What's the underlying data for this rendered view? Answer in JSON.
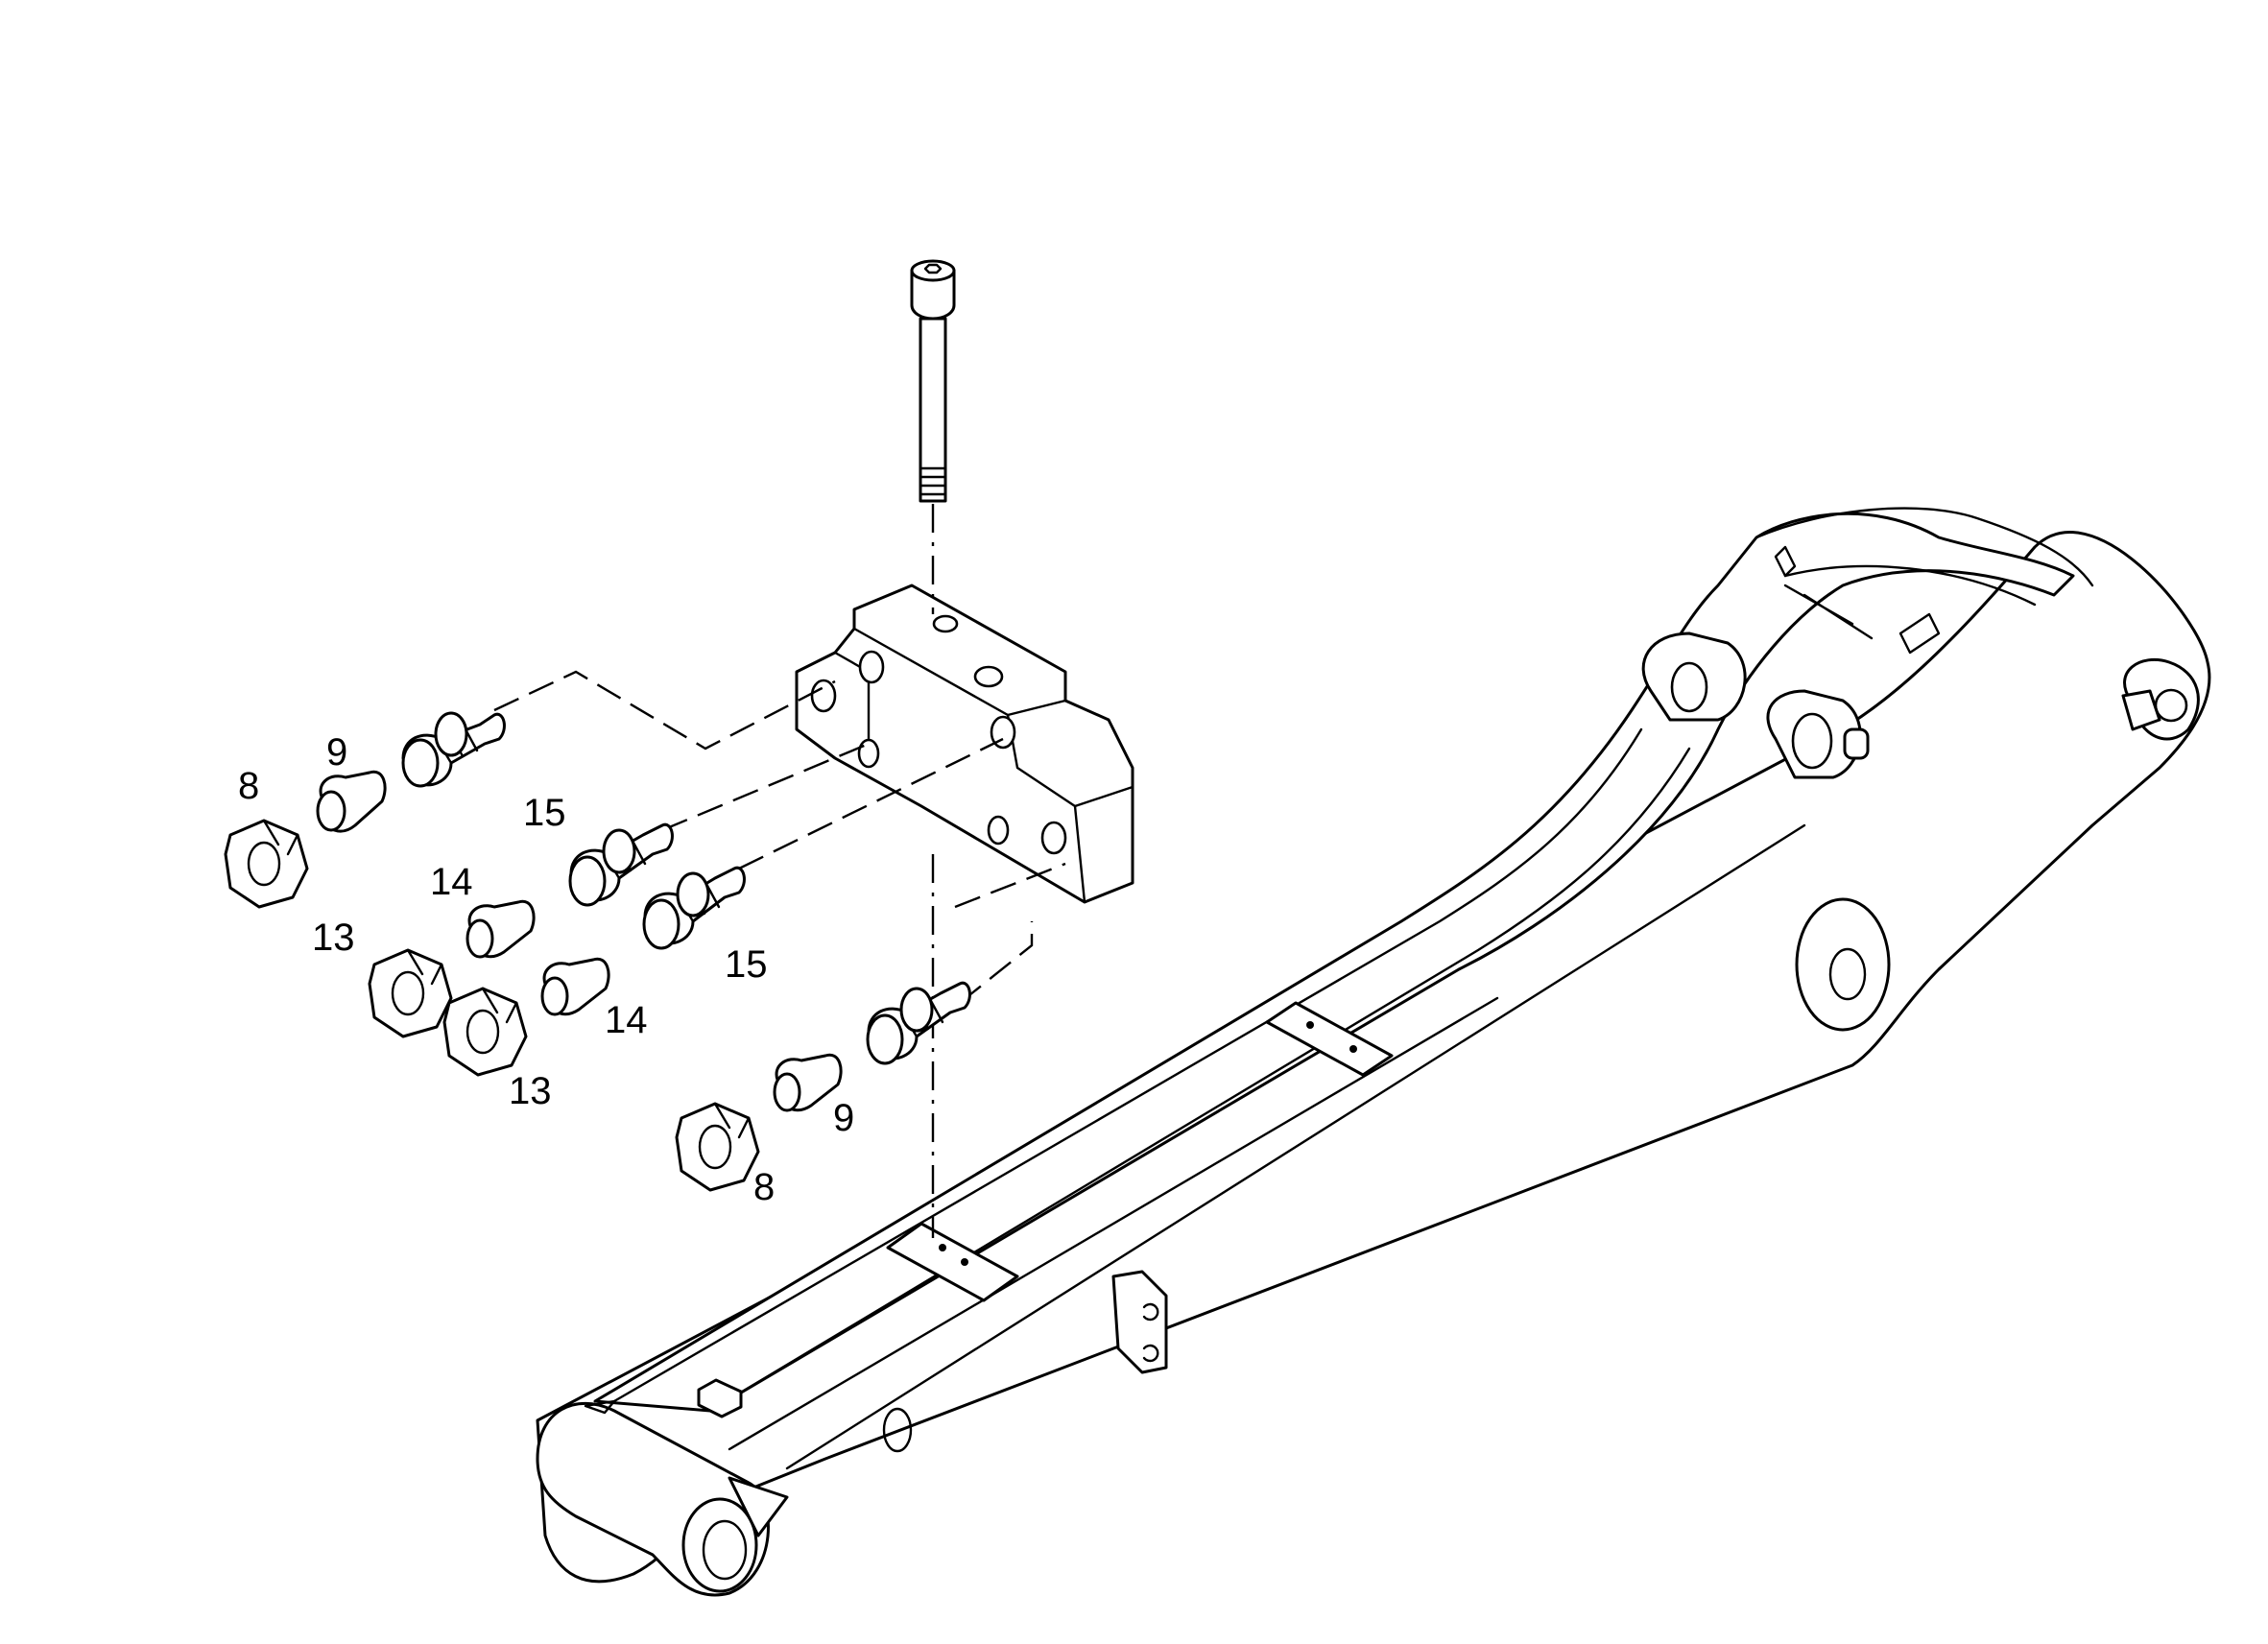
{
  "callouts": {
    "nut_left": "8",
    "plug_left": "9",
    "fitting_upper": "15",
    "plug_upper": "14",
    "nut_upper": "13",
    "plug_lower": "14",
    "fitting_lower": "15",
    "nut_lower": "13",
    "plug_right": "9",
    "nut_right": "8"
  }
}
